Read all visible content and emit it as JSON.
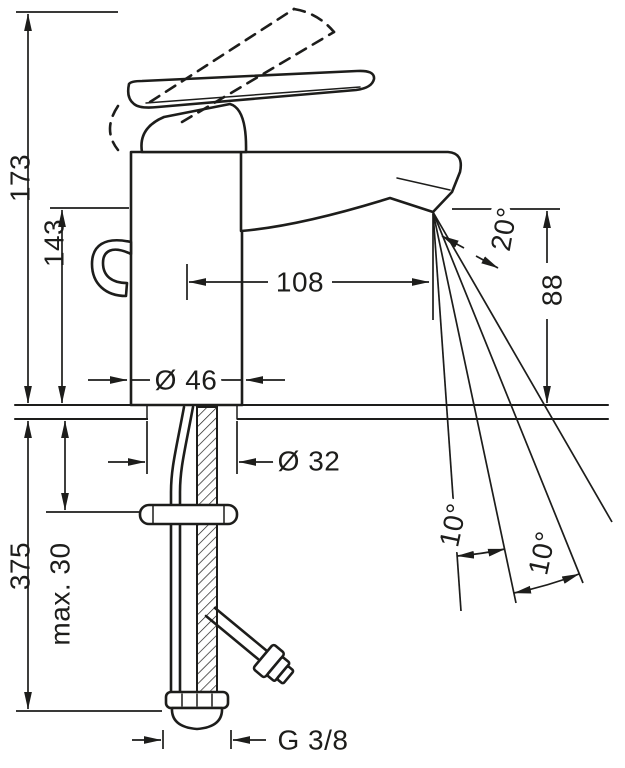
{
  "colors": {
    "ink": "#1d1d1b",
    "paper": "#ffffff"
  },
  "dims": {
    "total_height": "173",
    "spout_height": "143",
    "spout_reach": "108",
    "outlet_to_deck": "88",
    "jet_angle": "20°",
    "base_diameter": "Ø 46",
    "hole_diameter": "Ø 32",
    "under_deck_depth": "375",
    "max_deck_thickness": "max. 30",
    "spray_spread_inner": "10°",
    "spray_spread_outer": "10°",
    "connection_thread": "G 3/8"
  }
}
